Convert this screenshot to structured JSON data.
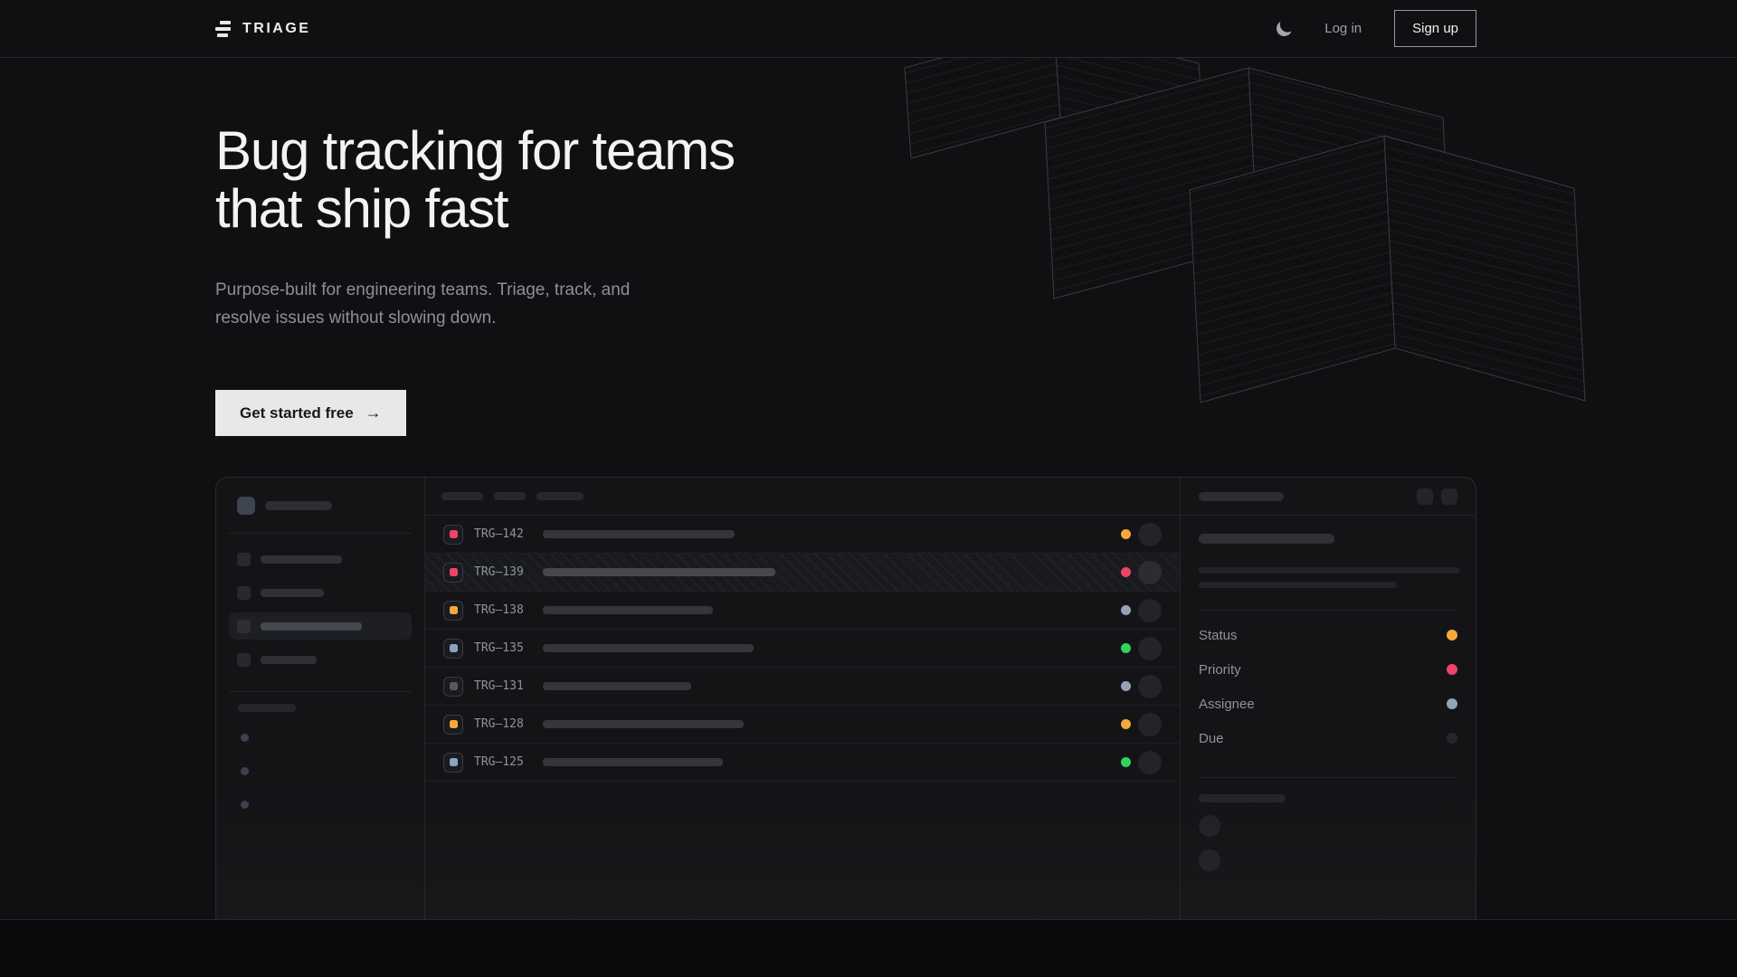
{
  "nav": {
    "brand": "TRIAGE",
    "theme_icon": "moon-icon",
    "login_label": "Log in",
    "signup_label": "Sign up"
  },
  "hero": {
    "title_line1": "Bug tracking for teams",
    "title_line2": "that ship fast",
    "subtitle_line1": "Purpose-built for engineering teams. Triage, track, and",
    "subtitle_line2": "resolve issues without slowing down.",
    "cta_label": "Get started free",
    "cta_arrow": "→"
  },
  "colors": {
    "amber": "#f5a83b",
    "pink": "#ed4468",
    "slate": "#94a3b8",
    "green": "#2fd45f",
    "dim_gray": "#55585f",
    "muted_dot": "#26272b",
    "cta_bg": "#e8e8e6",
    "page_bg": "#101013"
  },
  "mockup": {
    "issues": [
      {
        "id": "TRG–142",
        "icon_color": "#ed4468",
        "status_color": "#f5a83b",
        "title_width": 212,
        "selected": false
      },
      {
        "id": "TRG–139",
        "icon_color": "#ed4468",
        "status_color": "#ed4468",
        "title_width": 257,
        "selected": true
      },
      {
        "id": "TRG–138",
        "icon_color": "#f5a83b",
        "status_color": "#94a3b8",
        "title_width": 188,
        "selected": false
      },
      {
        "id": "TRG–135",
        "icon_color": "#8fa2bd",
        "status_color": "#2fd45f",
        "title_width": 233,
        "selected": false
      },
      {
        "id": "TRG–131",
        "icon_color": "#55585f",
        "status_color": "#94a3b8",
        "title_width": 164,
        "selected": false
      },
      {
        "id": "TRG–128",
        "icon_color": "#f5a83b",
        "status_color": "#f5a83b",
        "title_width": 222,
        "selected": false
      },
      {
        "id": "TRG–125",
        "icon_color": "#8fa2bd",
        "status_color": "#2fd45f",
        "title_width": 199,
        "selected": false
      }
    ],
    "panel_fields": [
      {
        "label": "Status",
        "dot_color": "#f5a83b"
      },
      {
        "label": "Priority",
        "dot_color": "#ed4468"
      },
      {
        "label": "Assignee",
        "dot_color": "#94a3b8"
      },
      {
        "label": "Due",
        "dot_color": "#26272b"
      }
    ]
  }
}
